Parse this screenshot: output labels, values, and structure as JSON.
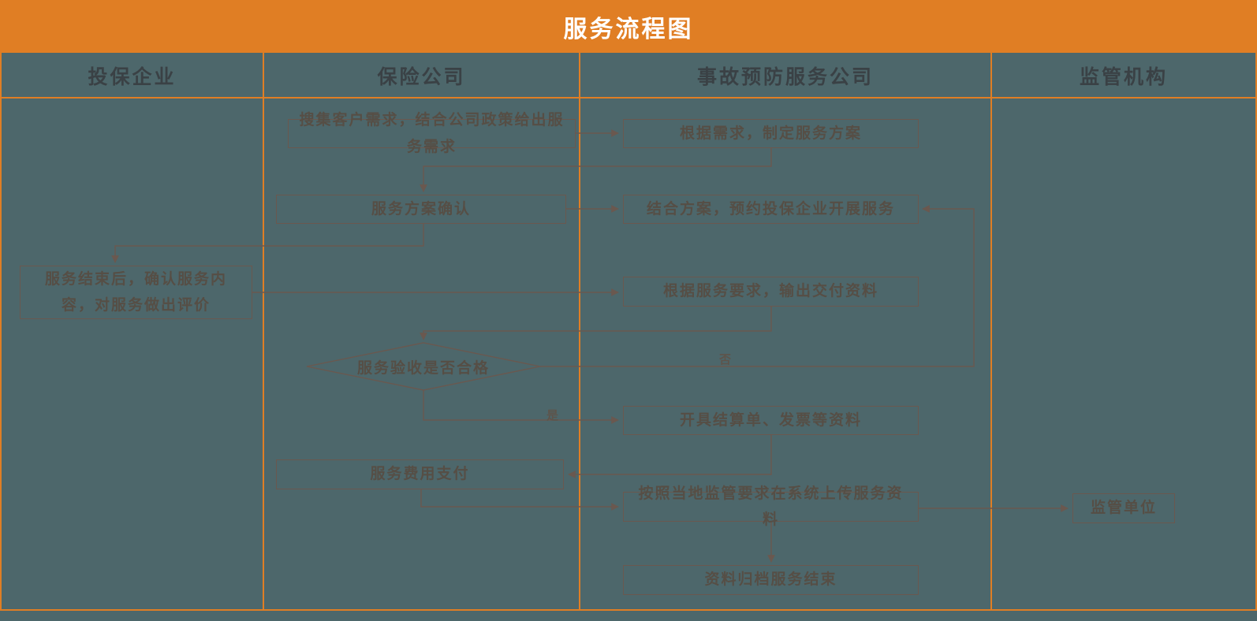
{
  "title": "服务流程图",
  "lanes": [
    "投保企业",
    "保险公司",
    "事故预防服务公司",
    "监管机构"
  ],
  "nodes": [
    {
      "id": "collect-needs",
      "lane": "保险公司",
      "type": "process",
      "text": "搜集客户需求，结合公司政策给出服务需求"
    },
    {
      "id": "make-plan",
      "lane": "事故预防服务公司",
      "type": "process",
      "text": "根据需求，制定服务方案"
    },
    {
      "id": "confirm-plan",
      "lane": "保险公司",
      "type": "process",
      "text": "服务方案确认"
    },
    {
      "id": "schedule-service",
      "lane": "事故预防服务公司",
      "type": "process",
      "text": "结合方案，预约投保企业开展服务"
    },
    {
      "id": "enterprise-evaluate",
      "lane": "投保企业",
      "type": "process",
      "text": "服务结束后，确认服务内容，对服务做出评价"
    },
    {
      "id": "output-materials",
      "lane": "事故预防服务公司",
      "type": "process",
      "text": "根据服务要求，输出交付资料"
    },
    {
      "id": "acceptance-check",
      "lane": "保险公司",
      "type": "decision",
      "text": "服务验收是否合格"
    },
    {
      "id": "issue-settlement",
      "lane": "事故预防服务公司",
      "type": "process",
      "text": "开具结算单、发票等资料"
    },
    {
      "id": "pay-fee",
      "lane": "保险公司",
      "type": "process",
      "text": "服务费用支付"
    },
    {
      "id": "upload-materials",
      "lane": "事故预防服务公司",
      "type": "process",
      "text": "按照当地监管要求在系统上传服务资料"
    },
    {
      "id": "regulator",
      "lane": "监管机构",
      "type": "process",
      "text": "监管单位"
    },
    {
      "id": "archive-end",
      "lane": "事故预防服务公司",
      "type": "process",
      "text": "资料归档服务结束"
    }
  ],
  "edges": [
    {
      "from": "collect-needs",
      "to": "make-plan",
      "label": ""
    },
    {
      "from": "make-plan",
      "to": "confirm-plan",
      "label": ""
    },
    {
      "from": "confirm-plan",
      "to": "schedule-service",
      "label": ""
    },
    {
      "from": "confirm-plan",
      "to": "enterprise-evaluate",
      "label": ""
    },
    {
      "from": "enterprise-evaluate",
      "to": "output-materials",
      "label": ""
    },
    {
      "from": "output-materials",
      "to": "acceptance-check",
      "label": ""
    },
    {
      "from": "acceptance-check",
      "to": "schedule-service",
      "label": "否"
    },
    {
      "from": "acceptance-check",
      "to": "issue-settlement",
      "label": "是"
    },
    {
      "from": "issue-settlement",
      "to": "pay-fee",
      "label": ""
    },
    {
      "from": "pay-fee",
      "to": "upload-materials",
      "label": ""
    },
    {
      "from": "upload-materials",
      "to": "regulator",
      "label": ""
    },
    {
      "from": "upload-materials",
      "to": "archive-end",
      "label": ""
    }
  ],
  "colors": {
    "accent_orange": "#E07E24",
    "canvas": "#4D676B",
    "flow_line": "#6A584F",
    "node_text": "#564E45",
    "header_text": "#3A4145",
    "title_text": "#FFFFFF"
  }
}
